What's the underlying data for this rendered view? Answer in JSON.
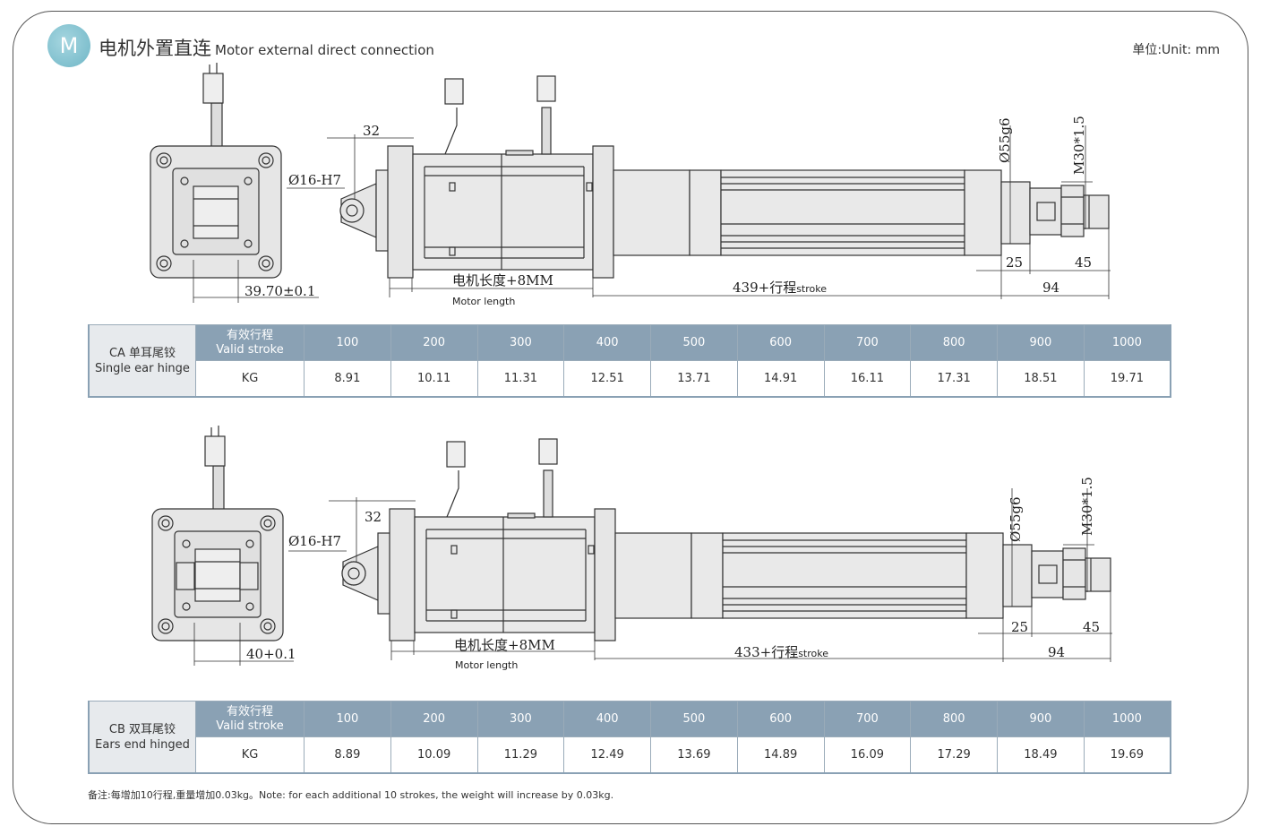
{
  "header": {
    "badge": "M",
    "title_cn": "电机外置直连",
    "title_en": "Motor external direct connection",
    "unit": "单位:Unit: mm"
  },
  "diagrams": [
    {
      "dim_32": "32",
      "bore": "Ø16-H7",
      "end_width": "39.70±0.1",
      "motor_len_cn": "电机长度+8MM",
      "motor_len_en": "Motor length",
      "body_len": "439+行程",
      "body_len_suffix": "stroke",
      "rod_dia": "Ø55g6",
      "thread": "M30*1.5",
      "dim_25": "25",
      "dim_45": "45",
      "dim_94": "94"
    },
    {
      "dim_32": "32",
      "bore": "Ø16-H7",
      "end_width": "40+0.1",
      "motor_len_cn": "电机长度+8MM",
      "motor_len_en": "Motor length",
      "body_len": "433+行程",
      "body_len_suffix": "stroke",
      "rod_dia": "Ø55g6",
      "thread": "M30*1.5",
      "dim_25": "25",
      "dim_45": "45",
      "dim_94": "94"
    }
  ],
  "tables": [
    {
      "model": "CA 单耳尾铰",
      "model_en": "Single ear hinge",
      "stroke_cn": "有效行程",
      "stroke_en": "Valid stroke",
      "weight_label": "KG",
      "strokes": [
        "100",
        "200",
        "300",
        "400",
        "500",
        "600",
        "700",
        "800",
        "900",
        "1000"
      ],
      "weights": [
        "8.91",
        "10.11",
        "11.31",
        "12.51",
        "13.71",
        "14.91",
        "16.11",
        "17.31",
        "18.51",
        "19.71"
      ]
    },
    {
      "model": "CB 双耳尾铰",
      "model_en": "Ears end hinged",
      "stroke_cn": "有效行程",
      "stroke_en": "Valid stroke",
      "weight_label": "KG",
      "strokes": [
        "100",
        "200",
        "300",
        "400",
        "500",
        "600",
        "700",
        "800",
        "900",
        "1000"
      ],
      "weights": [
        "8.89",
        "10.09",
        "11.29",
        "12.49",
        "13.69",
        "14.89",
        "16.09",
        "17.29",
        "18.49",
        "19.69"
      ]
    }
  ],
  "note": "备注:每增加10行程,重量增加0.03kg。Note: for each additional 10 strokes, the weight will increase by 0.03kg."
}
